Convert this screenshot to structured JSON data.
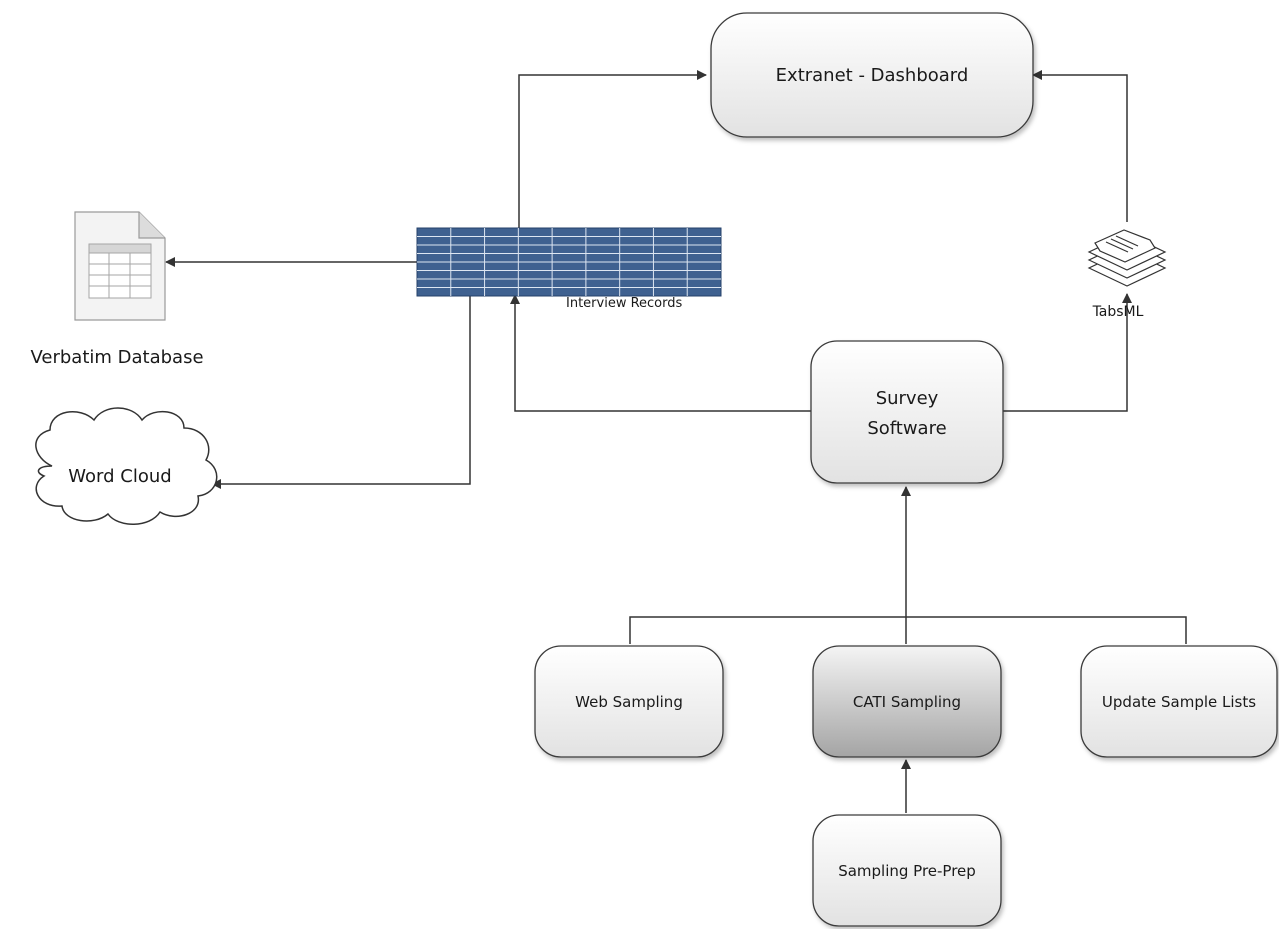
{
  "nodes": {
    "extranet": {
      "label": "Extranet - Dashboard"
    },
    "survey": {
      "line1": "Survey",
      "line2": "Software"
    },
    "web_sampling": {
      "label": "Web Sampling"
    },
    "cati_sampling": {
      "label": "CATI Sampling"
    },
    "update_lists": {
      "label": "Update Sample Lists"
    },
    "pre_prep": {
      "label": "Sampling Pre-Prep"
    },
    "verbatim_db": {
      "label": "Verbatim Database"
    },
    "word_cloud": {
      "label": "Word Cloud"
    },
    "interview_records": {
      "label": "Interview Records"
    },
    "tabsml": {
      "label": "TabsML"
    }
  },
  "colors": {
    "line": "#333333",
    "box_border": "#3a3a3a",
    "box_fill_top": "#ffffff",
    "box_fill_bottom": "#e6e6e6",
    "cati_fill_top": "#ffffff",
    "cati_fill_bottom": "#a8a8a8",
    "grid_fill": "#3f6190",
    "grid_line": "#dde6f2",
    "doc_fill": "#f4f4f4",
    "doc_border": "#9a9a9a"
  }
}
